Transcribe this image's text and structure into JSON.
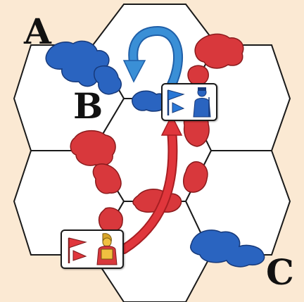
{
  "labels": {
    "a": "A",
    "b": "B",
    "c": "C"
  },
  "colors": {
    "background": "#fbe9d3",
    "hex_fill": "#ffffff",
    "hex_stroke": "#1a1a1a",
    "blue_unit": "#2a64c0",
    "red_unit": "#d8383c",
    "blue_arrow": "#3a8fd6",
    "red_arrow": "#e0363c"
  },
  "units": {
    "blue": [
      "blue-unit-top-left",
      "blue-unit-at-b",
      "blue-unit-near-c"
    ],
    "red": [
      "red-unit-top-right",
      "red-unit-left-middle",
      "red-unit-bottom-middle",
      "red-unit-bottom-left"
    ]
  },
  "cards": {
    "blue_card_icons": [
      "blue-flag-icon",
      "blue-soldier-icon"
    ],
    "red_card_icons": [
      "red-flag-icon",
      "red-soldier-icon"
    ]
  },
  "arrows": [
    "blue-curved-arrow",
    "red-curved-arrow"
  ]
}
